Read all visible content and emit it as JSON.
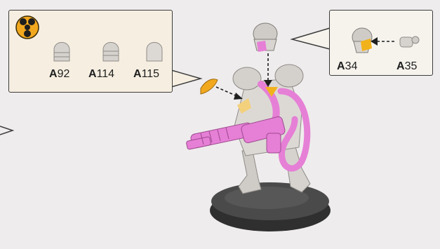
{
  "parts": {
    "options": [
      {
        "letter": "A",
        "number": "92"
      },
      {
        "letter": "A",
        "number": "114"
      },
      {
        "letter": "A",
        "number": "115"
      }
    ],
    "assembly": [
      {
        "letter": "A",
        "number": "34"
      },
      {
        "letter": "A",
        "number": "35"
      }
    ]
  },
  "icon": {
    "name": "hazard-radiation-icon",
    "color": "#f2a81e"
  },
  "colors": {
    "highlight_pink": "#e67fd6",
    "highlight_yellow": "#f2b21c",
    "figure_grey": "#d8d6d3",
    "base": "#3a3a3a",
    "arrow": "#1e1e1e"
  }
}
